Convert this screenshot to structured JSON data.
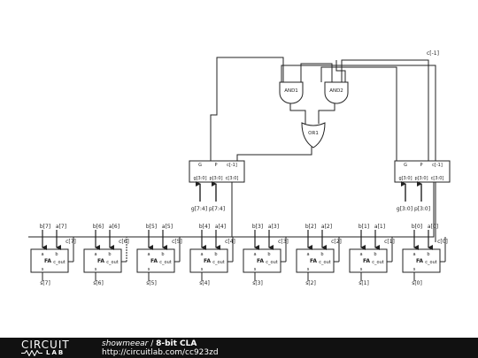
{
  "diagram": {
    "gates": [
      {
        "id": "and1",
        "label": "AND1"
      },
      {
        "id": "and2",
        "label": "AND2"
      },
      {
        "id": "or1",
        "label": "OR1"
      }
    ],
    "cla_blocks": [
      {
        "id": "cla-left",
        "pins_top": [
          "G",
          "P",
          "c[-1]"
        ],
        "pins_bottom": [
          "g[3:0]",
          "p[3:0]",
          "c[3:0]"
        ],
        "input_labels": [
          "g[7:4]",
          "p[7:4]"
        ]
      },
      {
        "id": "cla-right",
        "pins_top": [
          "G",
          "P",
          "c[-1]"
        ],
        "pins_bottom": [
          "g[3:0]",
          "p[3:0]",
          "c[3:0]"
        ],
        "input_labels": [
          "g[3:0]",
          "p[3:0]"
        ]
      }
    ],
    "carry_in_label": "c[-1]",
    "full_adders": [
      {
        "label": "FA",
        "a": "a",
        "b": "b",
        "s_pin": "s",
        "c_out": "c_out",
        "in_b": "b[7]",
        "in_a": "a[7]",
        "carry": "c[7]",
        "sum": "s[7]"
      },
      {
        "label": "FA",
        "a": "a",
        "b": "b",
        "s_pin": "s",
        "c_out": "c_out",
        "in_b": "b[6]",
        "in_a": "a[6]",
        "carry": "c[6]",
        "sum": "s[6]"
      },
      {
        "label": "FA",
        "a": "a",
        "b": "b",
        "s_pin": "s",
        "c_out": "c_out",
        "in_b": "b[5]",
        "in_a": "a[5]",
        "carry": "c[5]",
        "sum": "s[5]"
      },
      {
        "label": "FA",
        "a": "a",
        "b": "b",
        "s_pin": "s",
        "c_out": "c_out",
        "in_b": "b[4]",
        "in_a": "a[4]",
        "carry": "c[4]",
        "sum": "s[4]"
      },
      {
        "label": "FA",
        "a": "a",
        "b": "b",
        "s_pin": "s",
        "c_out": "c_out",
        "in_b": "b[3]",
        "in_a": "a[3]",
        "carry": "c[3]",
        "sum": "s[3]"
      },
      {
        "label": "FA",
        "a": "a",
        "b": "b",
        "s_pin": "s",
        "c_out": "c_out",
        "in_b": "b[2]",
        "in_a": "a[2]",
        "carry": "c[2]",
        "sum": "s[2]"
      },
      {
        "label": "FA",
        "a": "a",
        "b": "b",
        "s_pin": "s",
        "c_out": "c_out",
        "in_b": "b[1]",
        "in_a": "a[1]",
        "carry": "c[1]",
        "sum": "s[1]"
      },
      {
        "label": "FA",
        "a": "a",
        "b": "b",
        "s_pin": "s",
        "c_out": "c_out",
        "in_b": "b[0]",
        "in_a": "a[0]",
        "carry": "c[0]",
        "sum": "s[0]"
      }
    ]
  },
  "footer": {
    "logo_top": "CIRCUIT",
    "logo_bottom": "LAB",
    "author": "showmeear",
    "separator": " / ",
    "title": "8-bit CLA",
    "url": "http://circuitlab.com/cc923zd"
  }
}
